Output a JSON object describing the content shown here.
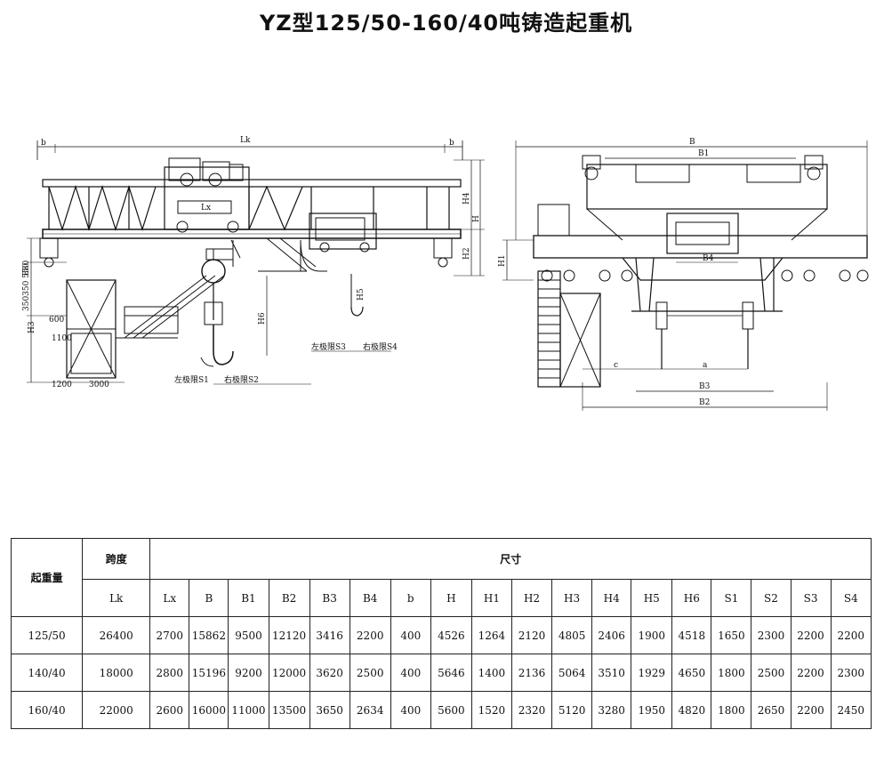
{
  "title": "YZ型125/50-160/40吨铸造起重机",
  "drawing": {
    "labels": {
      "lk": "Lk",
      "b_small_left": "b",
      "b_small_right": "b",
      "lx": "Lx",
      "h4": "H4",
      "h": "H",
      "h2": "H2",
      "h5": "H5",
      "h6": "H6",
      "h3": "H3",
      "d600": "600",
      "d1100": "1100",
      "d1200": "1200",
      "d3000": "3000",
      "d350": "350350 550",
      "d880": "880",
      "left_limit_s1": "左极限S1",
      "right_limit_s2": "右极限S2",
      "left_limit_s3": "左极限S3",
      "right_limit_s4": "右极限S4",
      "B": "B",
      "B1": "B1",
      "B4": "B4",
      "H1": "H1",
      "a": "a",
      "c": "c",
      "B3": "B3",
      "B2": "B2"
    }
  },
  "table": {
    "capacity_header": "起重量",
    "span_header": "跨度",
    "dimension_header": "尺寸",
    "columns": [
      "Lk",
      "Lx",
      "B",
      "B1",
      "B2",
      "B3",
      "B4",
      "b",
      "H",
      "H1",
      "H2",
      "H3",
      "H4",
      "H5",
      "H6",
      "S1",
      "S2",
      "S3",
      "S4"
    ],
    "rows": [
      {
        "capacity": "125/50",
        "values": [
          "26400",
          "2700",
          "15862",
          "9500",
          "12120",
          "3416",
          "2200",
          "400",
          "4526",
          "1264",
          "2120",
          "4805",
          "2406",
          "1900",
          "4518",
          "1650",
          "2300",
          "2200",
          "2200"
        ]
      },
      {
        "capacity": "140/40",
        "values": [
          "18000",
          "2800",
          "15196",
          "9200",
          "12000",
          "3620",
          "2500",
          "400",
          "5646",
          "1400",
          "2136",
          "5064",
          "3510",
          "1929",
          "4650",
          "1800",
          "2500",
          "2200",
          "2300"
        ]
      },
      {
        "capacity": "160/40",
        "values": [
          "22000",
          "2600",
          "16000",
          "11000",
          "13500",
          "3650",
          "2634",
          "400",
          "5600",
          "1520",
          "2320",
          "5120",
          "3280",
          "1950",
          "4820",
          "1800",
          "2650",
          "2200",
          "2450"
        ]
      }
    ]
  }
}
